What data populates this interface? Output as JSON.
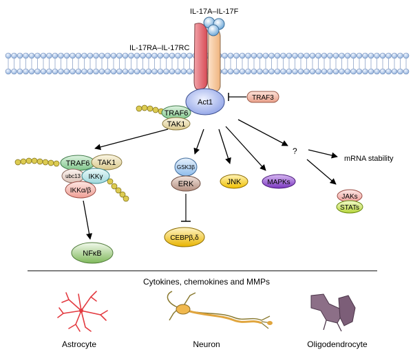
{
  "ligand": {
    "label": "IL-17A–IL-17F"
  },
  "receptor": {
    "label": "IL-17RA–IL-17RC"
  },
  "top_complex": {
    "act1": "Act1",
    "traf3": "TRAF3",
    "traf6": "TRAF6",
    "tak1": "TAK1"
  },
  "nfkb_branch": {
    "traf6": "TRAF6",
    "tak1": "TAK1",
    "ubc13": "ubc13",
    "ikk_gamma": "IKKγ",
    "ikk_ab": "IKKα/β",
    "nfkb": "NFκB"
  },
  "erk_branch": {
    "gsk3b": "GSK3β",
    "erk": "ERK",
    "cebp": "CEBPβ,δ"
  },
  "jnk": "JNK",
  "mapks": "MAPKs",
  "unknown": {
    "question": "?",
    "mrna": "mRNA stability",
    "jaks": "JAKs",
    "stats": "STATs"
  },
  "footer": {
    "title": "Cytokines, chemokines and MMPs",
    "cells": [
      "Astrocyte",
      "Neuron",
      "Oligodendrocyte"
    ]
  },
  "colors": {
    "act1": "#a9b8ee",
    "traf6": "#9fd6a6",
    "tak1": "#efe3b6",
    "traf3": "#f4b9a7",
    "ubc13": "#efdfd8",
    "ikk_gamma": "#bfe7e9",
    "ikk_ab": "#f6c5bd",
    "gsk3b": "#b9d7f5",
    "erk": "#c9a89a",
    "jnk": "#f5cc28",
    "mapks": "#8848c8",
    "jaks": "#f4b7b2",
    "stats": "#cde66a",
    "nfkb": "#b6d69a",
    "cebp": "#f5d24a",
    "receptor_ra": "#e26a72",
    "receptor_rc": "#f6c79f",
    "ligand": "#a4cdea",
    "membrane_head": "#b3c9e9",
    "ubiquitin": "#d8c64a",
    "astrocyte": "#e33a40",
    "neuron": "#e0a53e",
    "oligodendrocyte": "#6e5268"
  }
}
